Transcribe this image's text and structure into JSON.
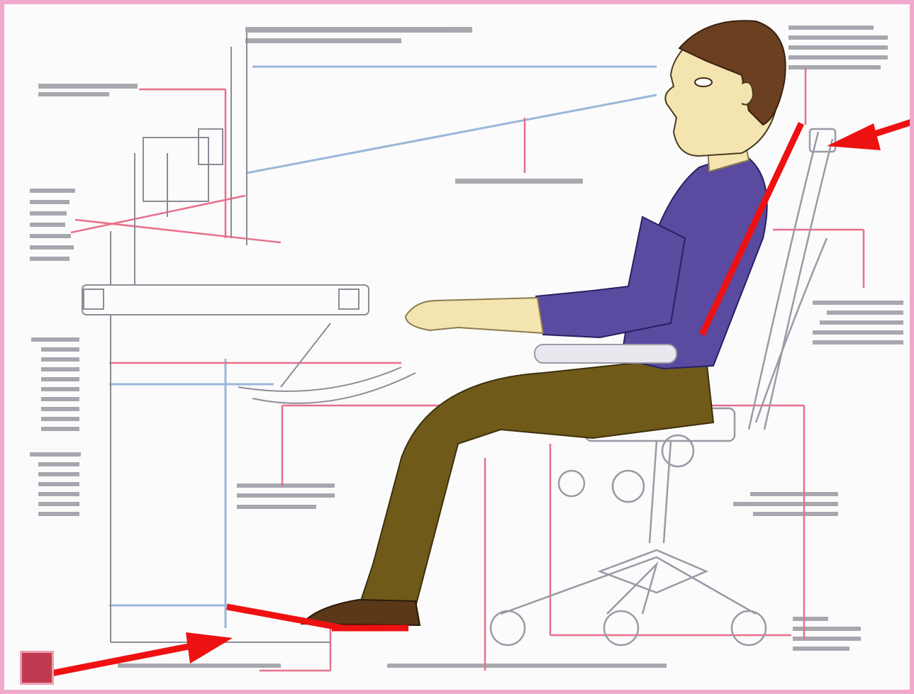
{
  "diagram": {
    "type": "ergonomic-workstation-illustration",
    "subject": "seated-person-at-desk",
    "colors": {
      "border": "#f0a8cc",
      "guide_pink": "#e8708c",
      "guide_blue": "#9ab6d8",
      "line_gray": "#8c8c96",
      "shirt": "#5a4aa0",
      "trousers": "#6f5a1a",
      "skin": "#f3e4b0",
      "hair": "#6a4020",
      "shoe": "#5a3818",
      "annotation_red": "#ee1111",
      "badge": "#c23a4f"
    },
    "annotations": [
      {
        "kind": "arrow",
        "target": "headrest"
      },
      {
        "kind": "arrow",
        "target": "footrest"
      },
      {
        "kind": "line",
        "target": "back-angle"
      },
      {
        "kind": "line",
        "target": "foot-angle"
      }
    ],
    "labels_legible": false
  }
}
